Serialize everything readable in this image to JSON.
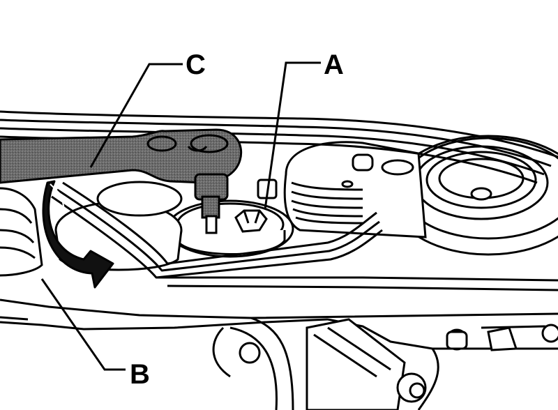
{
  "callouts": {
    "a": "A",
    "b": "B",
    "c": "C"
  },
  "colors": {
    "ink": "#000000",
    "paper": "#ffffff",
    "tool_fill": "#5a5a5a",
    "belt_fill": "#ffffff"
  },
  "icons": {
    "rotation": "curved-arrow-icon"
  }
}
